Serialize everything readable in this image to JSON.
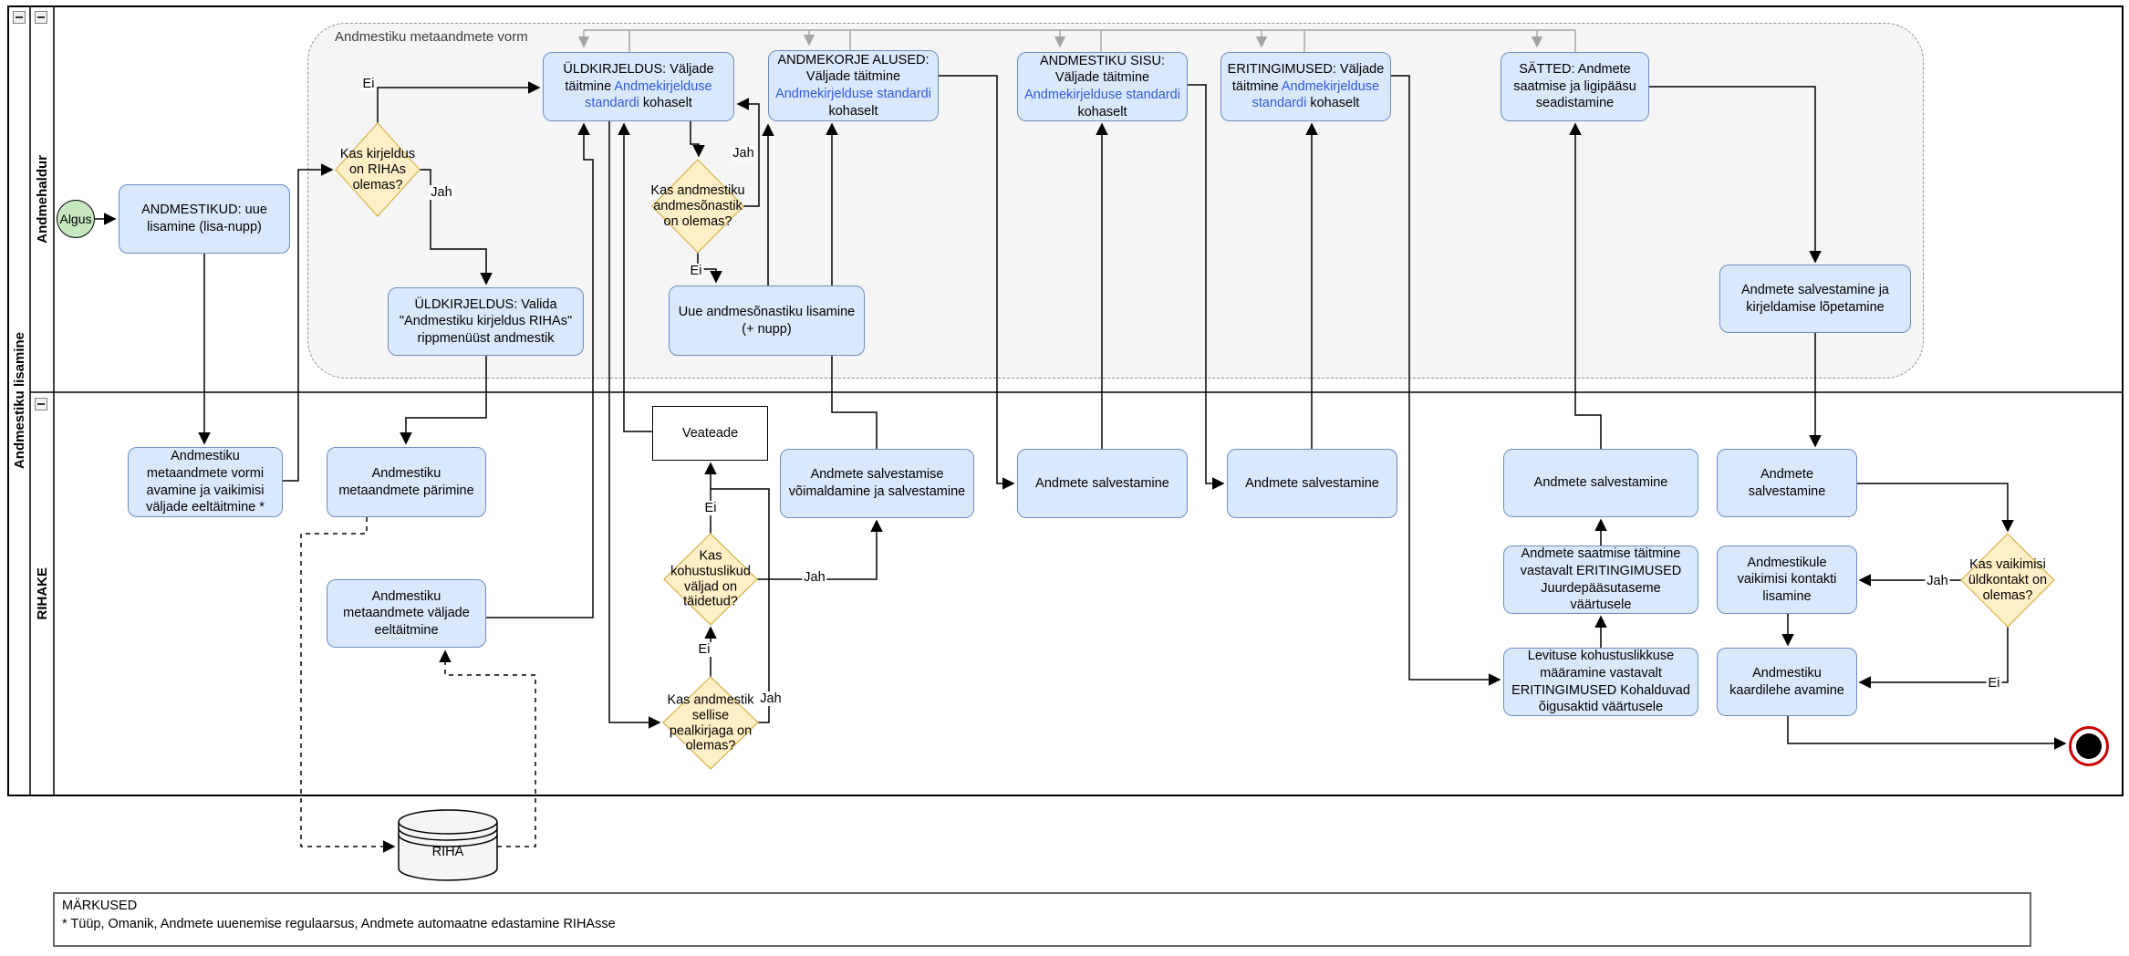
{
  "pool": {
    "title": "Andmestiku lisamine",
    "lanes": {
      "top": "Andmehaldur",
      "bottom": "RIHAKE"
    }
  },
  "container": {
    "label": "Andmestiku metaandmete vorm"
  },
  "labels": {
    "jah": "Jah",
    "ei": "Ei"
  },
  "nodes": {
    "algus": "Algus",
    "andmestikud": "ANDMESTIKUD: uue lisamine (lisa-nupp)",
    "yldkirjeldus_taitmine": {
      "prefix": "ÜLDKIRJELDUS: Väljade täitmine ",
      "link": "Andmekirjelduse standardi",
      "suffix": " kohaselt"
    },
    "andmekorje": {
      "prefix": "ANDMEKORJE ALUSED: Väljade täitmine ",
      "link": "Andmekirjelduse standardi",
      "suffix": " kohaselt"
    },
    "sisu": {
      "prefix": "ANDMESTIKU SISU: Väljade täitmine ",
      "link": "Andmekirjelduse standardi",
      "suffix": " kohaselt"
    },
    "eritingimused": {
      "prefix": "ERITINGIMUSED: Väljade täitmine ",
      "link": "Andmekirjelduse standardi",
      "suffix": " kohaselt"
    },
    "satted": "SÄTTED: Andmete saatmise ja ligipääsu seadistamine",
    "yldkirjeldus_valida": "ÜLDKIRJELDUS: Valida \"Andmestiku kirjeldus RIHAs\" rippmenüüst andmestik",
    "uue_sonastik": "Uue andmesõnastiku lisamine (+ nupp)",
    "lopetamine": "Andmete salvestamine ja kirjeldamise lõpetamine",
    "vormi_avamine": "Andmestiku metaandmete vormi avamine ja vaikimisi väljade eeltäitmine *",
    "parimine": "Andmestiku metaandmete pärimine",
    "valjade_eeltaitmine": "Andmestiku metaandmete väljade eeltäitmine",
    "veateade": "Veateade",
    "voimaldamine": "Andmete salvestamise võimaldamine ja salvestamine",
    "salvestamine": "Andmete salvestamine",
    "saatmise": "Andmete saatmise täitmine vastavalt ERITINGIMUSED Juurdepääsutaseme väärtusele",
    "levituse": "Levituse kohustuslikkuse määramine vastavalt ERITINGIMUSED Kohalduvad õigusaktid väärtusele",
    "kontakti": "Andmestikule vaikimisi kontakti lisamine",
    "kaardilehe": "Andmestiku kaardilehe avamine",
    "riha_db": "RIHA"
  },
  "decisions": {
    "kirjeldus_rihas": "Kas kirjeldus on RIHAs olemas?",
    "andmesonastik": "Kas andmestiku andmesõnastik on olemas?",
    "kohustuslikud": "Kas kohustuslikud väljad on täidetud?",
    "pealkiri": "Kas andmestik sellise pealkirjaga on olemas?",
    "yldkontakt": "Kas vaikimisi üldkontakt on olemas?"
  },
  "notes": {
    "title": "MÄRKUSED",
    "body": "* Tüüp, Omanik, Andmete uuenemise regulaarsus, Andmete automaatne edastamine RIHAsse"
  },
  "colors": {
    "task_fill": "#dae8fc",
    "task_border": "#6c8ebf",
    "decision_fill": "#ffefc7",
    "decision_border": "#d6b656",
    "start_fill": "#c6e7c0",
    "end_ring": "#cc0000",
    "link": "#2f5bd8",
    "container_fill": "#f5f5f5"
  }
}
